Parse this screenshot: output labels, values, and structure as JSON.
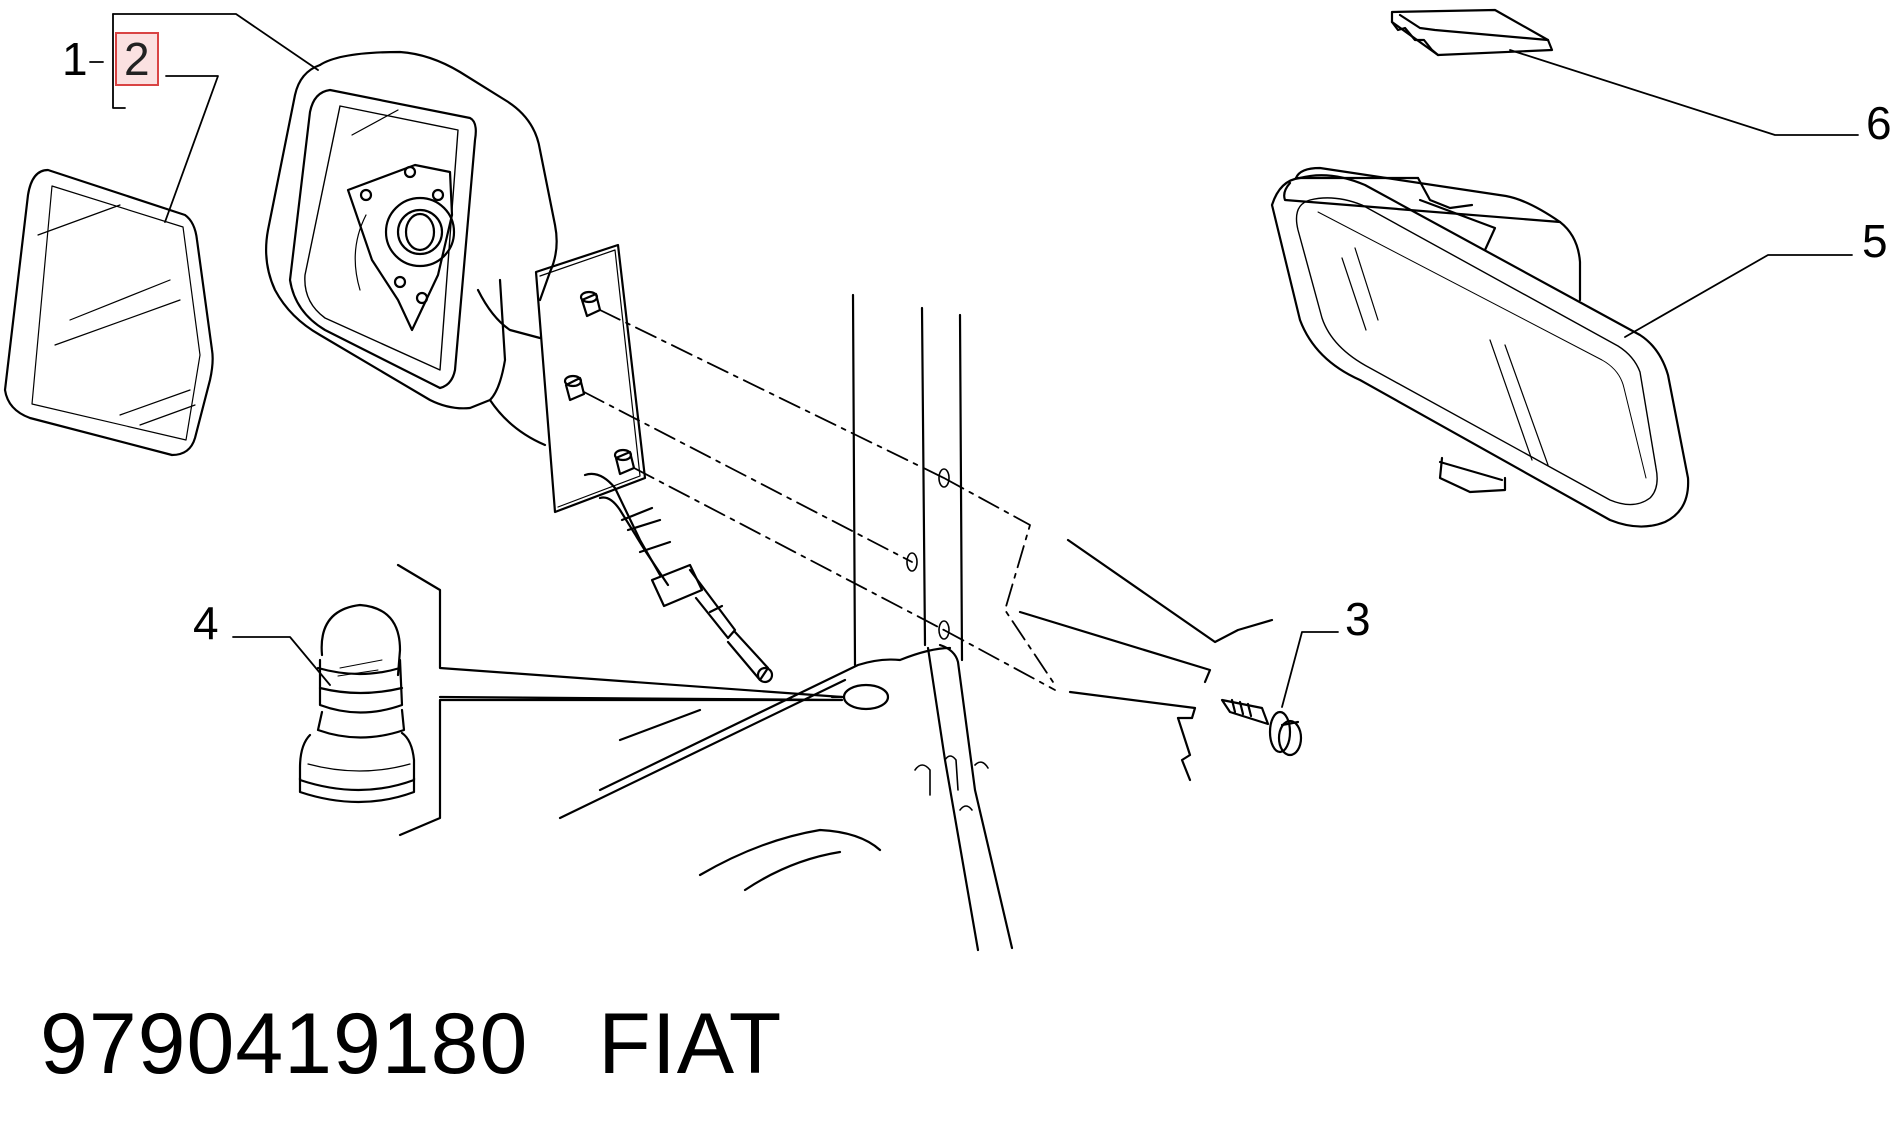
{
  "diagram": {
    "callouts": [
      {
        "id": "1",
        "text": "1"
      },
      {
        "id": "2",
        "text": "2",
        "highlighted": true
      },
      {
        "id": "3",
        "text": "3"
      },
      {
        "id": "4",
        "text": "4"
      },
      {
        "id": "5",
        "text": "5"
      },
      {
        "id": "6",
        "text": "6"
      }
    ],
    "highlight_color": "#d94444"
  },
  "footer": {
    "part_number": "9790419180",
    "brand": "FIAT"
  }
}
